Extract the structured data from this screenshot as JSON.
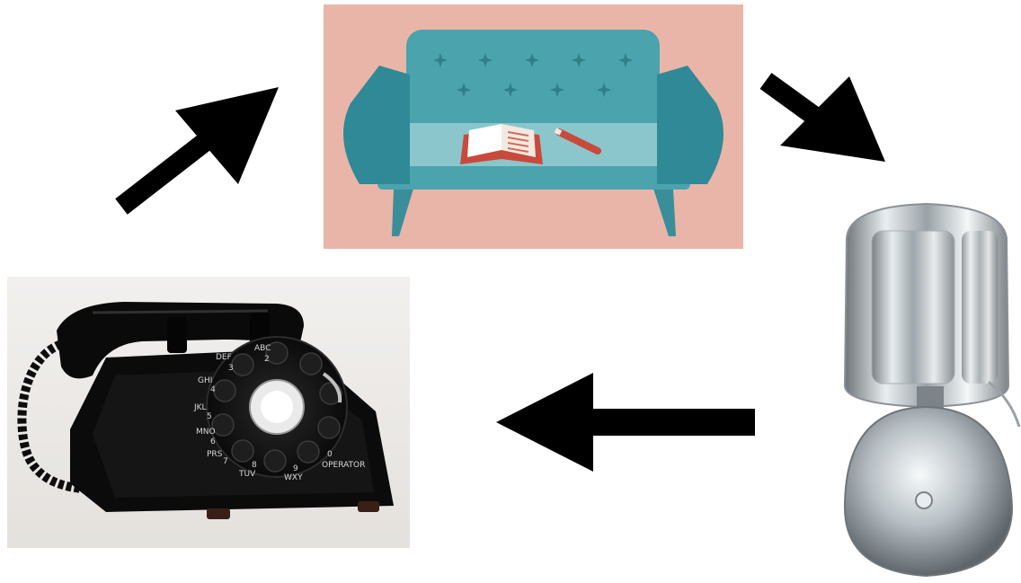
{
  "diagram": {
    "nodes": [
      {
        "id": "couch",
        "icon": "couch-with-book-illustration"
      },
      {
        "id": "bell",
        "icon": "electric-bell-photo"
      },
      {
        "id": "telephone",
        "icon": "rotary-telephone-photo"
      }
    ],
    "edges": [
      {
        "from": "telephone",
        "to": "couch"
      },
      {
        "from": "couch",
        "to": "bell"
      },
      {
        "from": "bell",
        "to": "telephone"
      }
    ]
  },
  "colors": {
    "couch_background": "#e9b5a8",
    "couch_body": "#4aa3ad",
    "arrow": "#000000"
  },
  "dial": {
    "letters": [
      "ABC",
      "DEF",
      "GHI",
      "JKL",
      "MNO",
      "PRS",
      "TUV",
      "WXY",
      "OPERATOR"
    ],
    "numbers": [
      "2",
      "3",
      "4",
      "5",
      "6",
      "7",
      "8",
      "9",
      "0"
    ]
  }
}
